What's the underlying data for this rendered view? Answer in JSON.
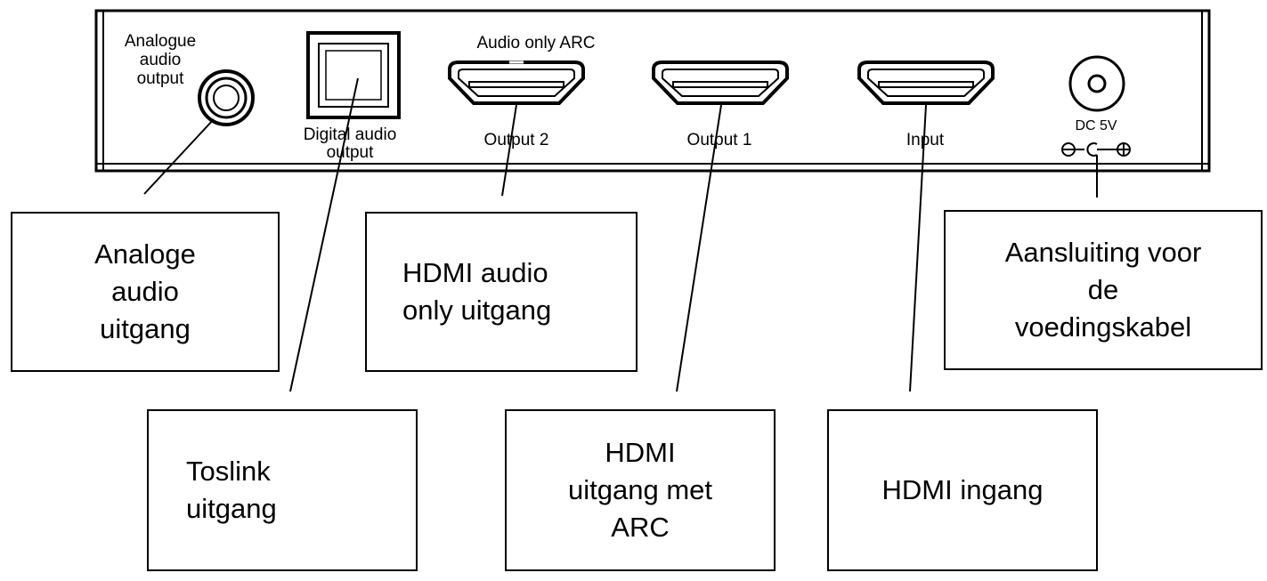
{
  "device": {
    "labels": {
      "analogue_output": [
        "Analogue",
        "audio",
        "output"
      ],
      "digital_output": [
        "Digital audio",
        "output"
      ],
      "arc_note": "Audio only ARC",
      "output2": "Output 2",
      "output1": "Output 1",
      "input": "Input",
      "dc": "DC 5V"
    }
  },
  "callouts": {
    "analoge": "Analoge\naudio\nuitgang",
    "toslink": "Toslink\nuitgang",
    "hdmi_audio_only": "HDMI audio\nonly uitgang",
    "hdmi_arc": "HDMI\nuitgang met\nARC",
    "hdmi_ingang": "HDMI ingang",
    "voeding": "Aansluiting voor\nde\nvoedingskabel"
  }
}
